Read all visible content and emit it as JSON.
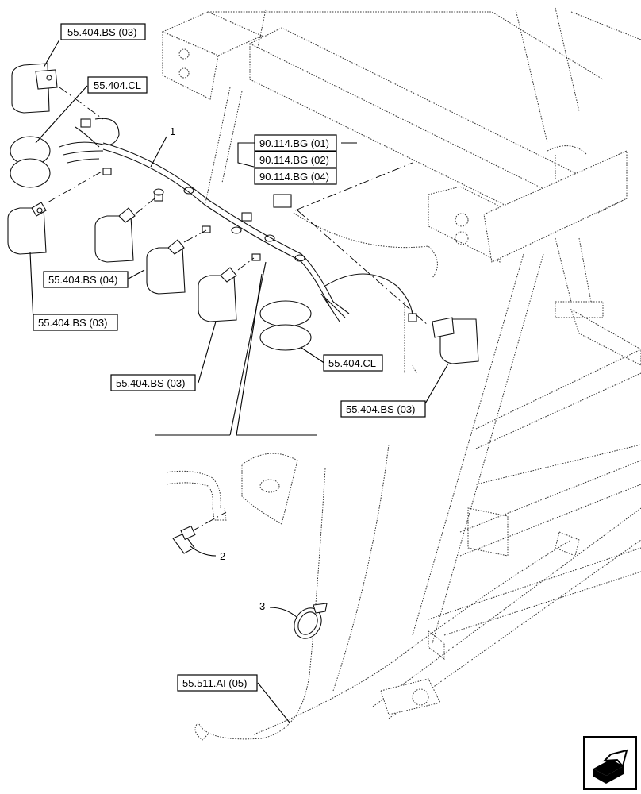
{
  "labels": {
    "bs03_top": "55.404.BS (03)",
    "cl_top": "55.404.CL",
    "bg01": "90.114.BG (01)",
    "bg02": "90.114.BG (02)",
    "bg04": "90.114.BG (04)",
    "bs04": "55.404.BS (04)",
    "bs03_left": "55.404.BS (03)",
    "cl_mid": "55.404.CL",
    "bs03_mid": "55.404.BS (03)",
    "bs03_right": "55.404.BS (03)",
    "ai05": "55.511.AI (05)"
  },
  "callouts": {
    "n1": "1",
    "n2": "2",
    "n3": "3"
  },
  "icons": {
    "nav": "next-page-arrow-icon"
  }
}
